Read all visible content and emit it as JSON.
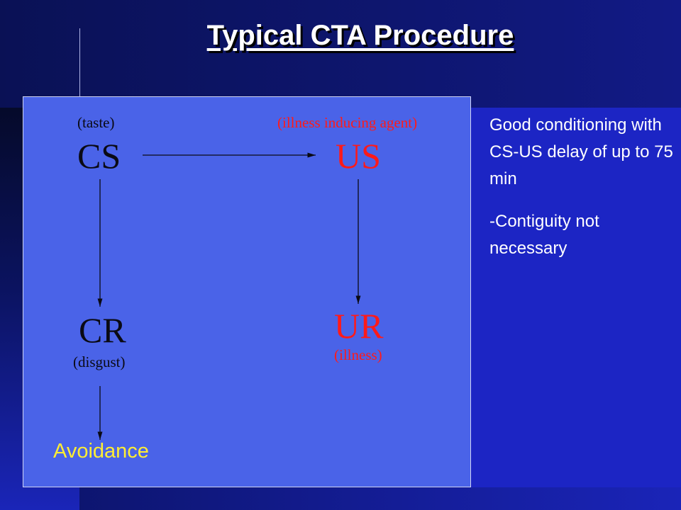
{
  "slide": {
    "title": "Typical CTA Procedure"
  },
  "diagram": {
    "cs": {
      "label": "CS",
      "sublabel": "(taste)"
    },
    "us": {
      "label": "US",
      "sublabel": "(illness inducing agent)"
    },
    "cr": {
      "label": "CR",
      "sublabel": "(disgust)"
    },
    "ur": {
      "label": "UR",
      "sublabel": "(illness)"
    },
    "outcome": "Avoidance"
  },
  "notes": {
    "line1": "Good conditioning with CS-US delay of up to 75 min",
    "line2": "-Contiguity not necessary"
  },
  "colors": {
    "panel": "#4a63e8",
    "background": "#1c25c4",
    "us_ur_text": "#ff1a1a",
    "outcome_text": "#ffee33"
  }
}
